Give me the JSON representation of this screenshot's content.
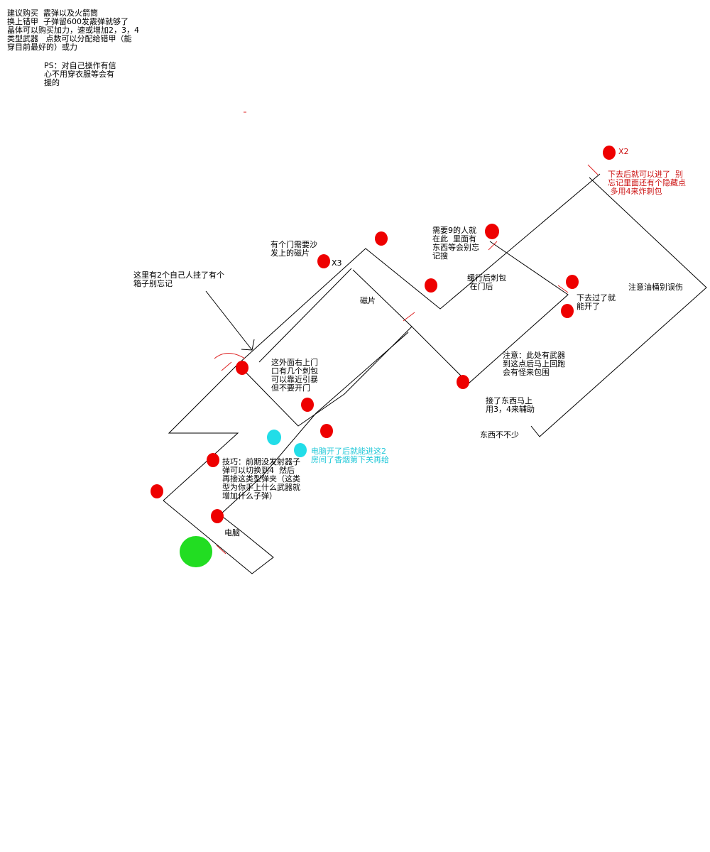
{
  "notes": {
    "intro": "建议购买  霰弹以及火箭筒\n换上错甲  子弹留600发霰弹就够了\n晶体可以购买加力，速或增加2，3，4\n类型武器   点数可以分配给错甲（能\n穿目前最好的）或力",
    "ps": "PS：对自己操作有信\n心不用穿衣服等会有\n援的",
    "hostages": "这里有2个自己人挂了有个\n箱子别忘记",
    "sofa_door": "有个门需要沙\n发上的磁片",
    "x3": "X3",
    "card": "磁片",
    "person": "需要9的人就\n在此  里面有\n东西等会别忘\n记搜",
    "slow": "缓行后刺包\n 在门后",
    "x2": "X2",
    "hidden": "下去后就可以进了  别\n忘记里面还有个隐藏点\n 多用4来炸刺包",
    "open": "下去过了就\n能开了",
    "oil": "注意油桶别误伤",
    "spikes_door": "这外面右上门\n口有几个刺包\n可以靠近引暴\n但不要开门",
    "weapons": "注意：此处有武器\n到这点后马上回跑\n会有怪来包围",
    "help": "接了东西马上\n用3，4来辅助",
    "plenty": "东西不不少",
    "computer_tip": "电脑开了后就能进这2\n房间了香烟第下关再给",
    "tip": "技巧：前期没发射器子\n弹可以切换到4  然后\n再接这类型弹夹（这类\n型为你手上什么武器就\n增加什么子弹）",
    "computer": "电脑"
  },
  "colors": {
    "enemy": "#ee0000",
    "room": "#22dde8",
    "start": "#22dd22",
    "wall": "#000000",
    "door_mark": "#dd2222"
  },
  "marker_legend": {
    "enemy": "red-dot",
    "room": "cyan-dot",
    "start": "green-dot"
  }
}
